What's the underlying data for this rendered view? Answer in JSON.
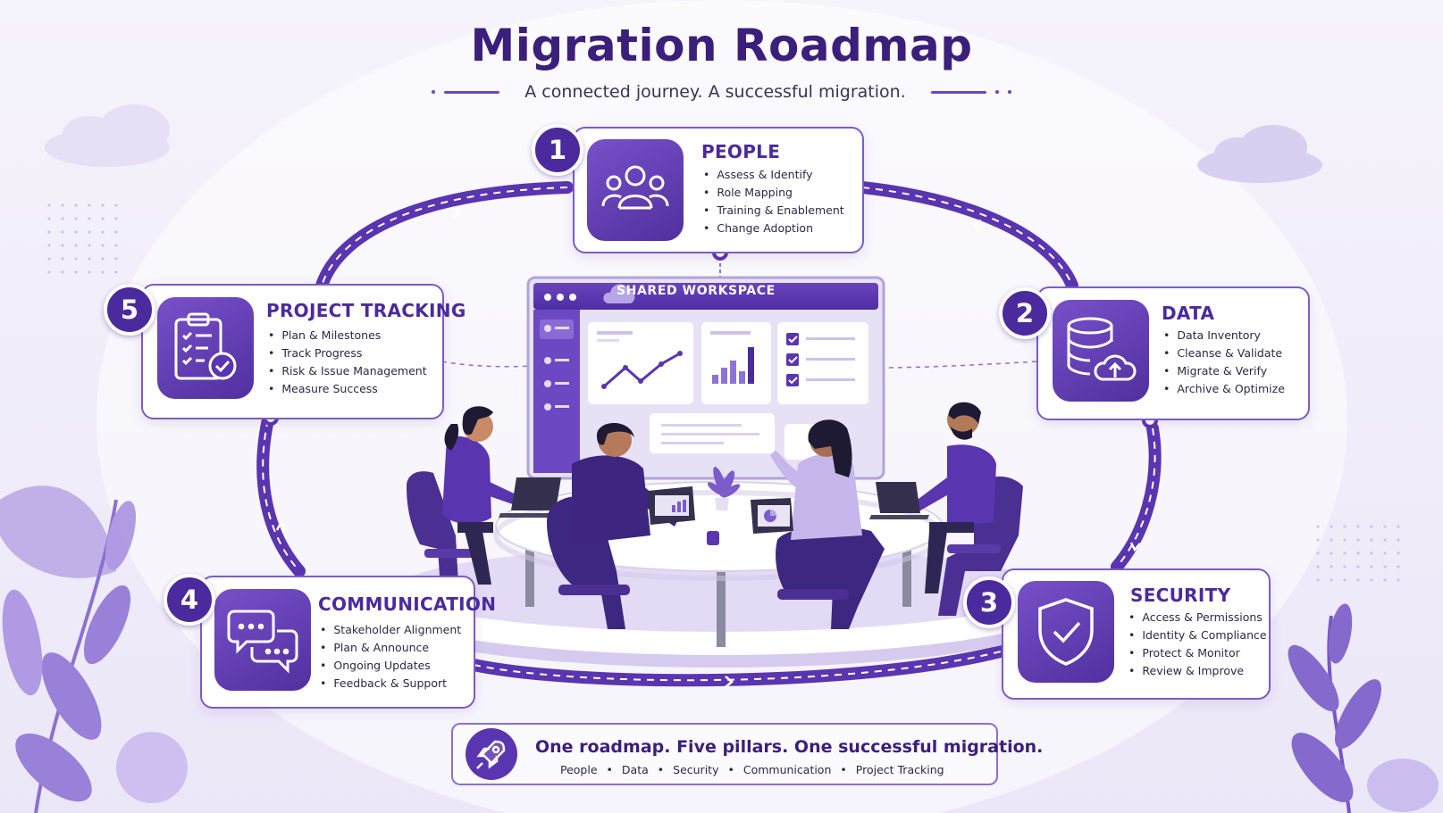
{
  "header": {
    "title": "Migration Roadmap",
    "subtitle": "A connected journey. A successful migration."
  },
  "workspace": {
    "label": "SHARED WORKSPACE"
  },
  "pillars": {
    "people": {
      "number": "1",
      "title": "PEOPLE",
      "icon": "people-group-icon",
      "items": [
        "Assess & Identify",
        "Role Mapping",
        "Training & Enablement",
        "Change Adoption"
      ]
    },
    "data": {
      "number": "2",
      "title": "DATA",
      "icon": "database-cloud-upload-icon",
      "items": [
        "Data Inventory",
        "Cleanse & Validate",
        "Migrate & Verify",
        "Archive & Optimize"
      ]
    },
    "security": {
      "number": "3",
      "title": "SECURITY",
      "icon": "shield-check-icon",
      "items": [
        "Access & Permissions",
        "Identity & Compliance",
        "Protect & Monitor",
        "Review & Improve"
      ]
    },
    "communication": {
      "number": "4",
      "title": "COMMUNICATION",
      "icon": "chat-bubbles-icon",
      "items": [
        "Stakeholder Alignment",
        "Plan & Announce",
        "Ongoing Updates",
        "Feedback & Support"
      ]
    },
    "tracking": {
      "number": "5",
      "title": "PROJECT TRACKING",
      "icon": "clipboard-checklist-icon",
      "items": [
        "Plan & Milestones",
        "Track Progress",
        "Risk & Issue Management",
        "Measure Success"
      ]
    }
  },
  "footer": {
    "headline": "One roadmap. Five pillars. One successful migration.",
    "icon": "rocket-icon",
    "pillars": [
      "People",
      "Data",
      "Security",
      "Communication",
      "Project Tracking"
    ]
  },
  "colors": {
    "primary": "#5a35b0",
    "dark": "#3b1f7a",
    "light": "#d9cdf5",
    "background": "#f7f5fc"
  }
}
